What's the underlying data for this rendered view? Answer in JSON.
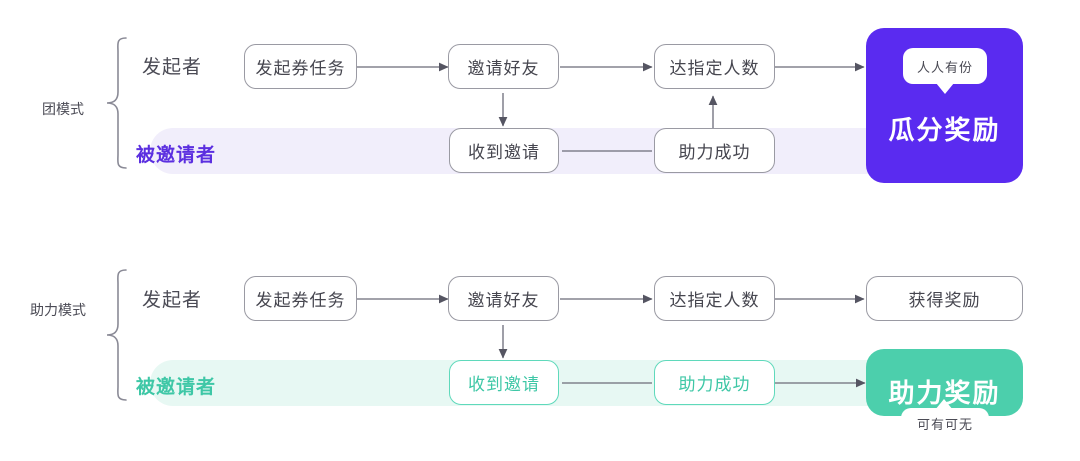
{
  "diagram": {
    "title_semantics": "coupon-invite-reward-flow",
    "colors": {
      "purple_accent": "#5a2bf0",
      "purple_band": "#f1eefb",
      "purple_label": "#5b2fe0",
      "green_accent": "#4ccfac",
      "green_band": "#e7f8f3",
      "green_label": "#3ec7a6",
      "node_border": "#9a9aa3",
      "node_text": "#46464f",
      "connector": "#6b6b78"
    },
    "sections": [
      {
        "id": "group-mode",
        "mode_label": "团模式",
        "theme": "purple",
        "rows": [
          {
            "id": "initiator",
            "role_label": "发起者",
            "nodes": [
              {
                "id": "create-task",
                "label": "发起券任务"
              },
              {
                "id": "invite-friends",
                "label": "邀请好友"
              },
              {
                "id": "reach-target",
                "label": "达指定人数"
              }
            ]
          },
          {
            "id": "invitee",
            "role_label": "被邀请者",
            "nodes": [
              {
                "id": "receive-invite",
                "label": "收到邀请"
              },
              {
                "id": "assist-success",
                "label": "助力成功"
              }
            ]
          }
        ],
        "reward_card": {
          "id": "split-reward",
          "title": "瓜分奖励",
          "badge": "人人有份",
          "badge_position": "inside-top"
        }
      },
      {
        "id": "assist-mode",
        "mode_label": "助力模式",
        "theme": "green",
        "rows": [
          {
            "id": "initiator",
            "role_label": "发起者",
            "nodes": [
              {
                "id": "create-task",
                "label": "发起券任务"
              },
              {
                "id": "invite-friends",
                "label": "邀请好友"
              },
              {
                "id": "reach-target",
                "label": "达指定人数"
              },
              {
                "id": "get-reward",
                "label": "获得奖励"
              }
            ]
          },
          {
            "id": "invitee",
            "role_label": "被邀请者",
            "nodes": [
              {
                "id": "receive-invite",
                "label": "收到邀请"
              },
              {
                "id": "assist-success",
                "label": "助力成功"
              }
            ]
          }
        ],
        "reward_card": {
          "id": "assist-reward",
          "title": "助力奖励",
          "badge": "可有可无",
          "badge_position": "bottom-overlap"
        }
      }
    ]
  }
}
